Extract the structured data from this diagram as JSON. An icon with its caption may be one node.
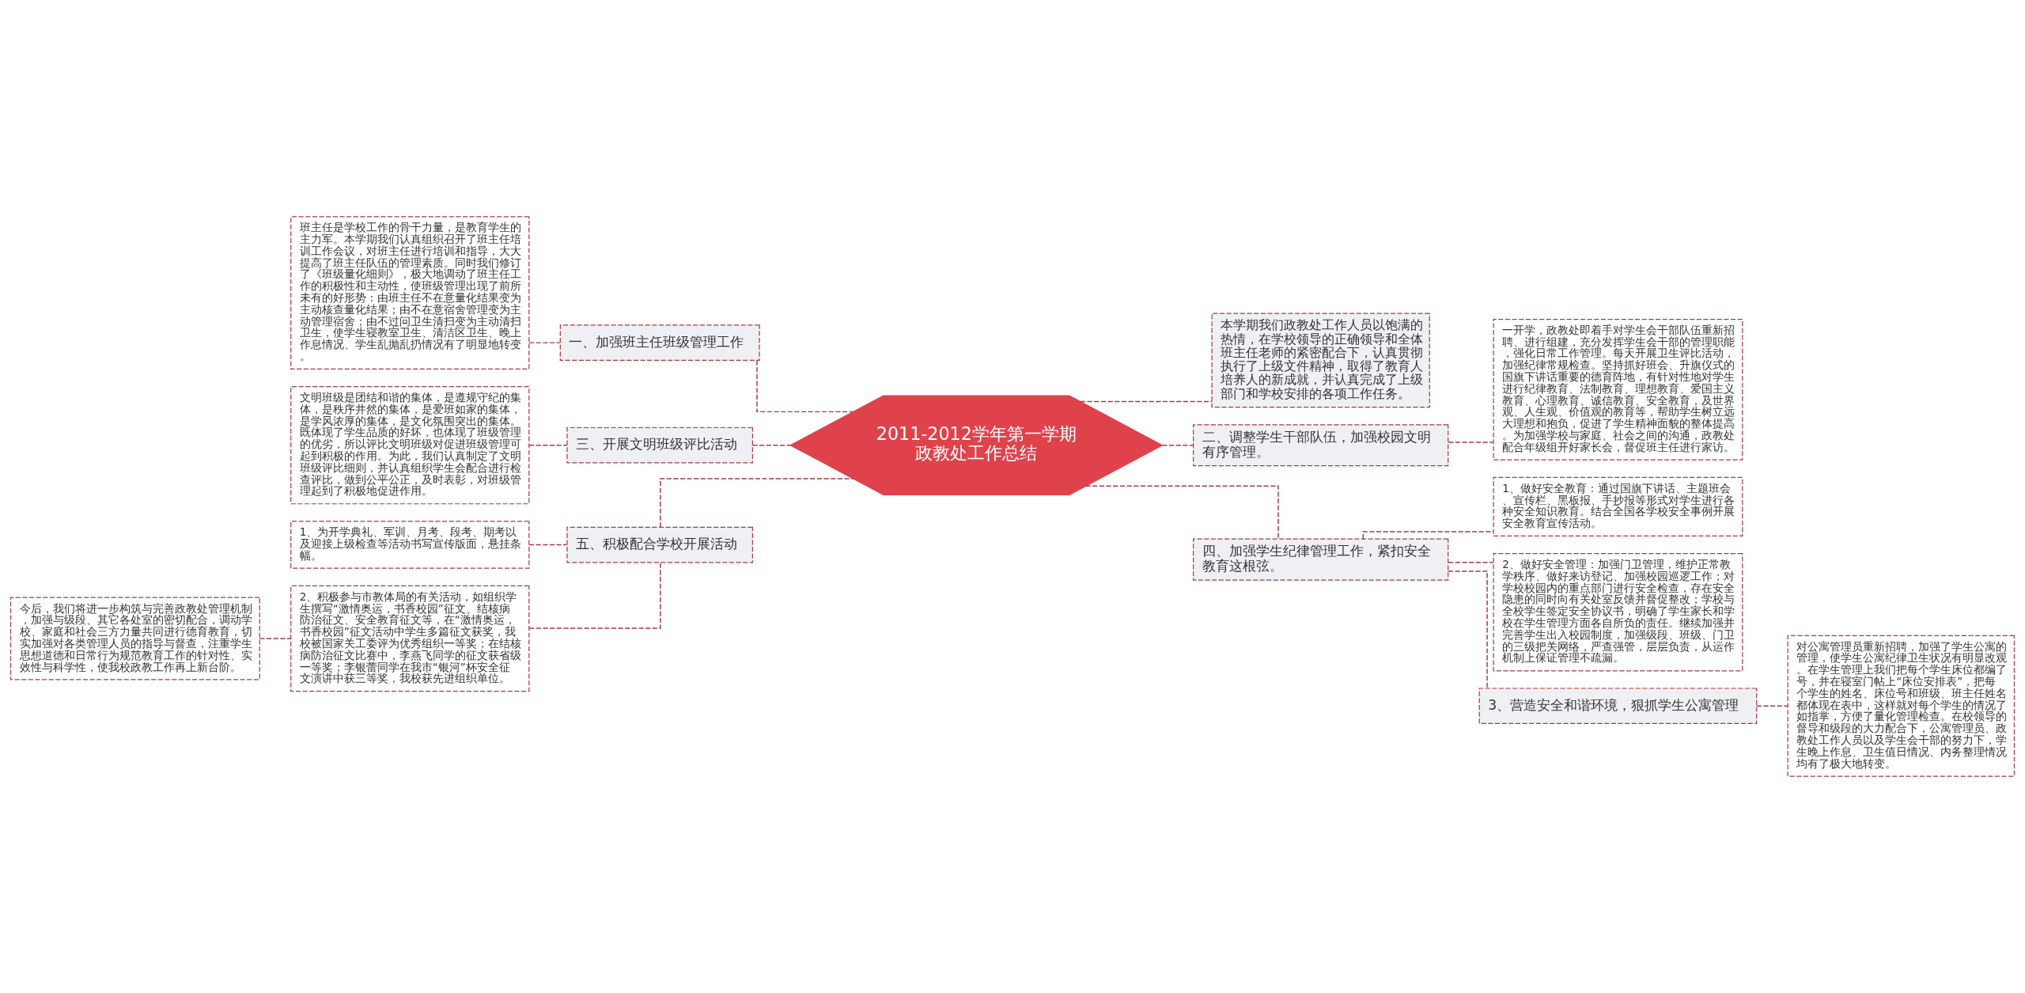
{
  "diagram": {
    "nodes": [
      {
        "text": [
          "2011-2012学年第一学期政教处工作总结"
        ]
      },
      {
        "text": [
          "一、加强班主任班级管理工作"
        ]
      },
      {
        "text": [
          "班主任是学校工作的骨干力量，是教育学生的主力军。本学期我们认真组织召开了班主任培训工作会议，对班主任进行培训和指导，大大提高了班主任队伍的管理素质。同时我们修订了《班级量化细则》，极大地调动了班主任工作的积极性和主动性，使班级管理出现了前所未有的好形势：由班主任不在意量化结果变为主动核查量化结果；由不在意宿舍管理变为主动管理宿舍；由不过问卫生清扫变为主动清扫卫生，使学生寝教室卫生、清洁区卫生、晚上作息情况、学生乱抛乱扔情况有了明显地转变。"
        ]
      },
      {
        "text": [
          "三、开展文明班级评比活动"
        ]
      },
      {
        "text": [
          "文明班级是团结和谐的集体，是遵规守纪的集体，是秩序井然的集体，是爱班如家的集体，是学风浓厚的集体，是文化氛围突出的集体。既体现了学生品质的好坏，也体现了班级管理的优劣，所以评比文明班级对促进班级管理可起到积极的作用。为此，我们认真制定了文明班级评比细则，并认真组织学生会配合进行检查评比，做到公平公正，及时表彰，对班级管理起到了积极地促进作用。"
        ]
      },
      {
        "text": [
          "五、积极配合学校开展活动"
        ]
      },
      {
        "text": [
          "1、为开学典礼、军训、月考、段考、期考以及迎接上级检查等活动书写宣传版面，悬挂条幅。"
        ]
      },
      {
        "text": [
          "2、积极参与市教体局的有关活动，如组织学生撰写“激情奥运，书香校园”征文、结核病防治征文、安全教育征文等，在“激情奥运，书香校园”征文活动中学生多篇征文获奖，我校被国家关工委评为优秀组织一等奖；在结核病防治征文比赛中，李燕飞同学的征文获省级一等奖；李银蕾同学在我市“银河”杯安全征文演讲中获三等奖，我校获先进组织单位。"
        ]
      },
      {
        "text": [
          "今后，我们将进一步构筑与完善政教处管理机制，加强与级段、其它各处室的密切配合，调动学校、家庭和社会三方力量共同进行德育教育，切实加强对各类管理人员的指导与督查，注重学生思想道德和日常行为规范教育工作的针对性、实效性与科学性，使我校政教工作再上新台阶。"
        ]
      },
      {
        "text": [
          "本学期我们政教处工作人员以饱满的热情，在学校领导的正确领导和全体班主任老师的紧密配合下，认真贯彻执行了上级文件精神，取得了教育人培养人的新成就，并认真完成了上级部门和学校安排的各项工作任务。"
        ]
      },
      {
        "text": [
          "二、调整学生干部队伍，加强校园文明有序管理。"
        ]
      },
      {
        "text": [
          "一开学，政教处即着手对学生会干部队伍重新招聘、进行组建，充分发挥学生会干部的管理职能，强化日常工作管理。每天开展卫生评比活动，加强纪律常规检查。坚持抓好班会、升旗仪式的国旗下讲话重要的德育阵地，有针对性地对学生进行纪律教育、法制教育、理想教育、爱国主义教育、心理教育、诚信教育、安全教育，及世界观、人生观、价值观的教育等，帮助学生树立远大理想和抱负，促进了学生精神面貌的整体提高。为加强学校与家庭、社会之间的沟通，政教处配合年级组开好家长会，督促班主任进行家访。"
        ]
      },
      {
        "text": [
          "四、加强学生纪律管理工作，紧扣安全教育这根弦。"
        ]
      },
      {
        "text": [
          "1、做好安全教育：通过国旗下讲话、主题班会、宣传栏、黑板报、手抄报等形式对学生进行各种安全知识教育。结合全国各学校安全事例开展安全教育宣传活动。"
        ]
      },
      {
        "text": [
          "2、做好安全管理：加强门卫管理，维护正常教学秩序、做好来访登记、加强校园巡逻工作；对学校校园内的重点部门进行安全检查，存在安全隐患的同时向有关处室反馈并督促整改；学校与全校学生签定安全协议书，明确了学生家长和学校在学生管理方面各自所负的责任。继续加强并完善学生出入校园制度，加强级段、班级、门卫的三级把关网络，严查强管，层层负责，从运作机制上保证管理不疏漏。"
        ]
      },
      {
        "text": [
          "3、营造安全和谐环境，狠抓学生公寓管理"
        ]
      },
      {
        "text": [
          "对公寓管理员重新招聘，加强了学生公寓的管理，使学生公寓纪律卫生状况有明显改观。在学生管理上我们把每个学生床位都编了号，并在寝室门帖上“床位安排表”，把每个学生的姓名、床位号和班级、班主任姓名都体现在表中，这样就对每个学生的情况了如指掌，方便了量化管理检查。在校领导的督导和级段的大力配合下，公寓管理员、政教处工作人员以及学生会干部的努力下，学生晚上作息、卫生值日情况、内务整理情况均有了极大地转变。"
        ]
      }
    ],
    "edges": [
      {
        "from": 0,
        "to": 1,
        "arrow": "none"
      },
      {
        "from": 1,
        "to": 2,
        "arrow": "none"
      },
      {
        "from": 0,
        "to": 3,
        "arrow": "none"
      },
      {
        "from": 3,
        "to": 4,
        "arrow": "none"
      },
      {
        "from": 0,
        "to": 5,
        "arrow": "none"
      },
      {
        "from": 5,
        "to": 6,
        "arrow": "none"
      },
      {
        "from": 5,
        "to": 7,
        "arrow": "none"
      },
      {
        "from": 7,
        "to": 8,
        "arrow": "none"
      },
      {
        "from": 0,
        "to": 9,
        "arrow": "none"
      },
      {
        "from": 0,
        "to": 10,
        "arrow": "none"
      },
      {
        "from": 10,
        "to": 11,
        "arrow": "none"
      },
      {
        "from": 0,
        "to": 12,
        "arrow": "none"
      },
      {
        "from": 12,
        "to": 13,
        "arrow": "none"
      },
      {
        "from": 12,
        "to": 14,
        "arrow": "none"
      },
      {
        "from": 12,
        "to": 15,
        "arrow": "none"
      },
      {
        "from": 15,
        "to": 16,
        "arrow": "none"
      }
    ]
  }
}
